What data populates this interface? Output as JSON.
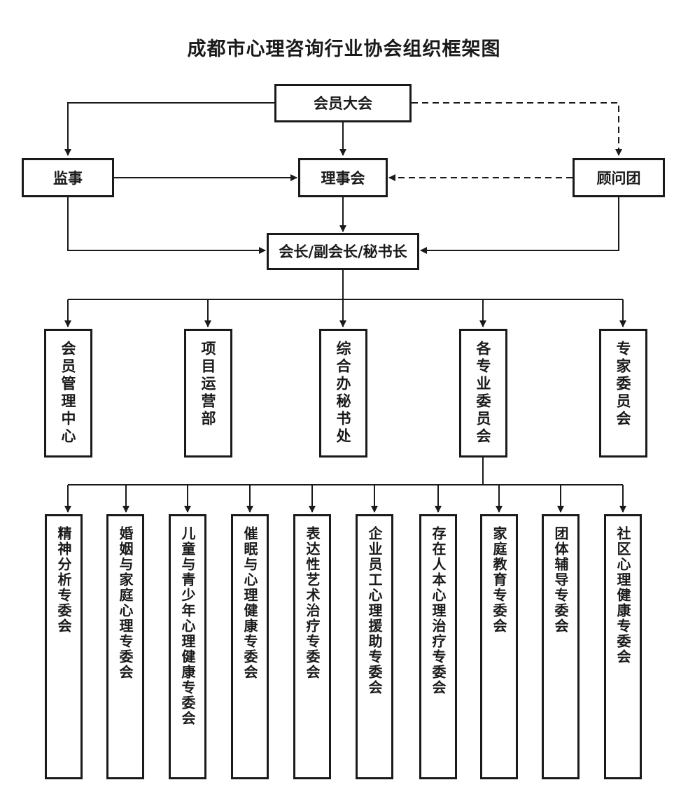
{
  "title": "成都市心理咨询行业协会组织框架图",
  "colors": {
    "line": "#1a1a1a",
    "box_border": "#1a1a1a",
    "background": "#ffffff"
  },
  "nodes": {
    "assembly": "会员大会",
    "supervisor": "监事",
    "council": "理事会",
    "advisory": "顾问团",
    "president": "会长/副会长/秘书长"
  },
  "departments": [
    {
      "id": "member-center",
      "label": "会员管理中心"
    },
    {
      "id": "project-ops",
      "label": "项目运营部"
    },
    {
      "id": "secretariat",
      "label": "综合办秘书处"
    },
    {
      "id": "committees",
      "label": "各专业委员会"
    },
    {
      "id": "experts",
      "label": "专家委员会"
    }
  ],
  "committees": [
    {
      "id": "psychoanalysis",
      "label": "精神分析专委会"
    },
    {
      "id": "marriage-family",
      "label": "婚姻与家庭心理专委会"
    },
    {
      "id": "youth",
      "label": "儿童与青少年心理健康专委会"
    },
    {
      "id": "hypnosis",
      "label": "催眠与心理健康专委会"
    },
    {
      "id": "expressive-art",
      "label": "表达性艺术治疗专委会"
    },
    {
      "id": "eap",
      "label": "企业员工心理援助专委会"
    },
    {
      "id": "existential",
      "label": "存在人本心理治疗专委会"
    },
    {
      "id": "family-education",
      "label": "家庭教育专委会"
    },
    {
      "id": "group-counseling",
      "label": "团体辅导专委会"
    },
    {
      "id": "community",
      "label": "社区心理健康专委会"
    }
  ],
  "edges": [
    {
      "from": "会员大会",
      "to": "监事",
      "style": "solid"
    },
    {
      "from": "会员大会",
      "to": "理事会",
      "style": "solid"
    },
    {
      "from": "会员大会",
      "to": "顾问团",
      "style": "dashed"
    },
    {
      "from": "监事",
      "to": "理事会",
      "style": "solid"
    },
    {
      "from": "顾问团",
      "to": "理事会",
      "style": "dashed"
    },
    {
      "from": "理事会",
      "to": "会长/副会长/秘书长",
      "style": "solid"
    },
    {
      "from": "监事",
      "to": "会长/副会长/秘书长",
      "style": "solid"
    },
    {
      "from": "顾问团",
      "to": "会长/副会长/秘书长",
      "style": "solid"
    },
    {
      "from": "会长/副会长/秘书长",
      "to": "departments",
      "style": "solid"
    },
    {
      "from": "各专业委员会",
      "to": "committees",
      "style": "solid"
    }
  ]
}
